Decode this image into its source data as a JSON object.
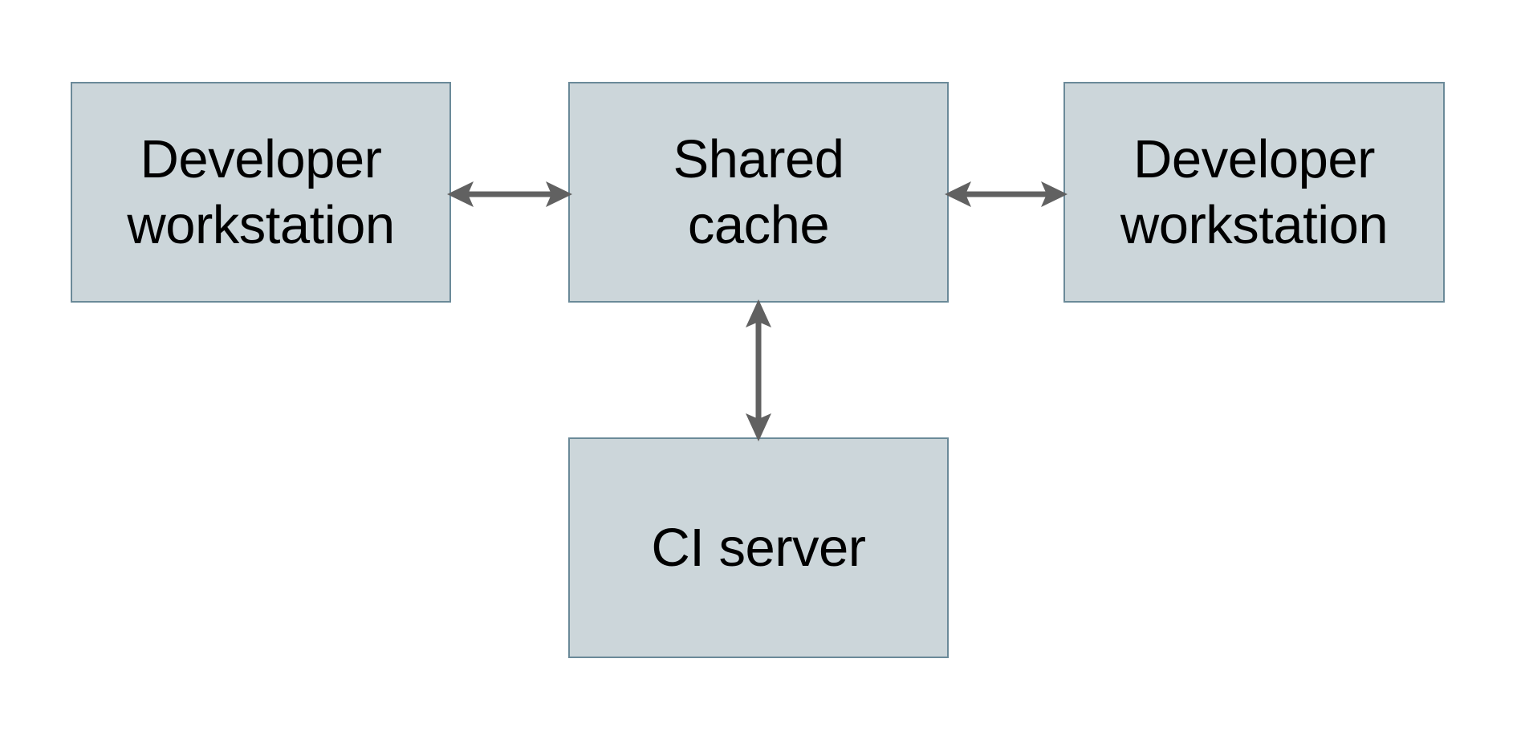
{
  "diagram": {
    "type": "block-diagram",
    "background_color": "#ffffff",
    "node_fill_color": "#ccd6da",
    "node_border_color": "#6b8a99",
    "arrow_color": "#616161",
    "text_color": "#000000",
    "nodes": [
      {
        "id": "dev-left",
        "label": "Developer\nworkstation"
      },
      {
        "id": "shared",
        "label": "Shared\ncache"
      },
      {
        "id": "dev-right",
        "label": "Developer\nworkstation"
      },
      {
        "id": "ci",
        "label": "CI server"
      }
    ],
    "edges": [
      {
        "id": "left-shared",
        "from": "dev-left",
        "to": "shared",
        "direction": "bidirectional",
        "orientation": "horizontal",
        "label": ""
      },
      {
        "id": "shared-right",
        "from": "shared",
        "to": "dev-right",
        "direction": "bidirectional",
        "orientation": "horizontal",
        "label": ""
      },
      {
        "id": "shared-ci",
        "from": "shared",
        "to": "ci",
        "direction": "bidirectional",
        "orientation": "vertical",
        "label": ""
      }
    ]
  }
}
